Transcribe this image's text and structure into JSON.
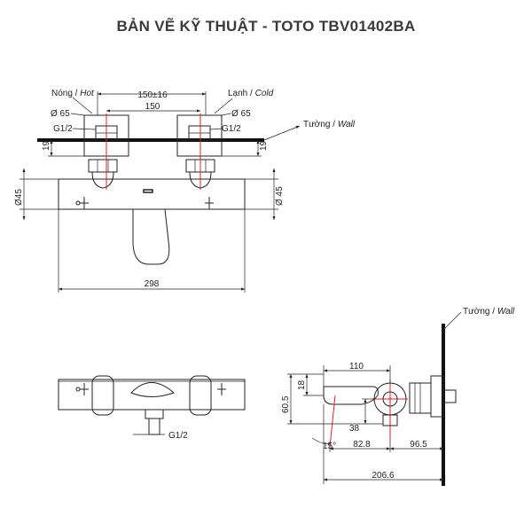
{
  "title": "BẢN VẼ KỸ THUẬT - TOTO TBV01402BA",
  "front_view": {
    "hot_label": "Nóng / ",
    "hot_label_italic": "Hot",
    "cold_label": "Lạnh / ",
    "cold_label_italic": "Cold",
    "wall_label": "Tường / ",
    "wall_label_italic": "Wall",
    "dim_center_tol": "150±16",
    "dim_center": "150",
    "dim_flange_left": "Ø 65",
    "dim_flange_right": "Ø 65",
    "dim_thread_left": "G1/2",
    "dim_thread_right": "G1/2",
    "dim_wall_offset_left": "19",
    "dim_wall_offset_right": "19",
    "dim_dia_left": "Ø45",
    "dim_dia_right": "Ø 45",
    "dim_width": "298"
  },
  "bottom_view": {
    "dim_thread": "G1/2"
  },
  "side_view": {
    "wall_label": "Tường / ",
    "wall_label_italic": "Wall",
    "dim_spout_reach": "110",
    "dim_height": "60.5",
    "dim_spout_height": "18",
    "dim_inlet_offset": "38",
    "dim_angle": "15°",
    "dim_spout_to_center": "82.8",
    "dim_center_to_wall": "96.5",
    "dim_total_depth": "206.6"
  }
}
